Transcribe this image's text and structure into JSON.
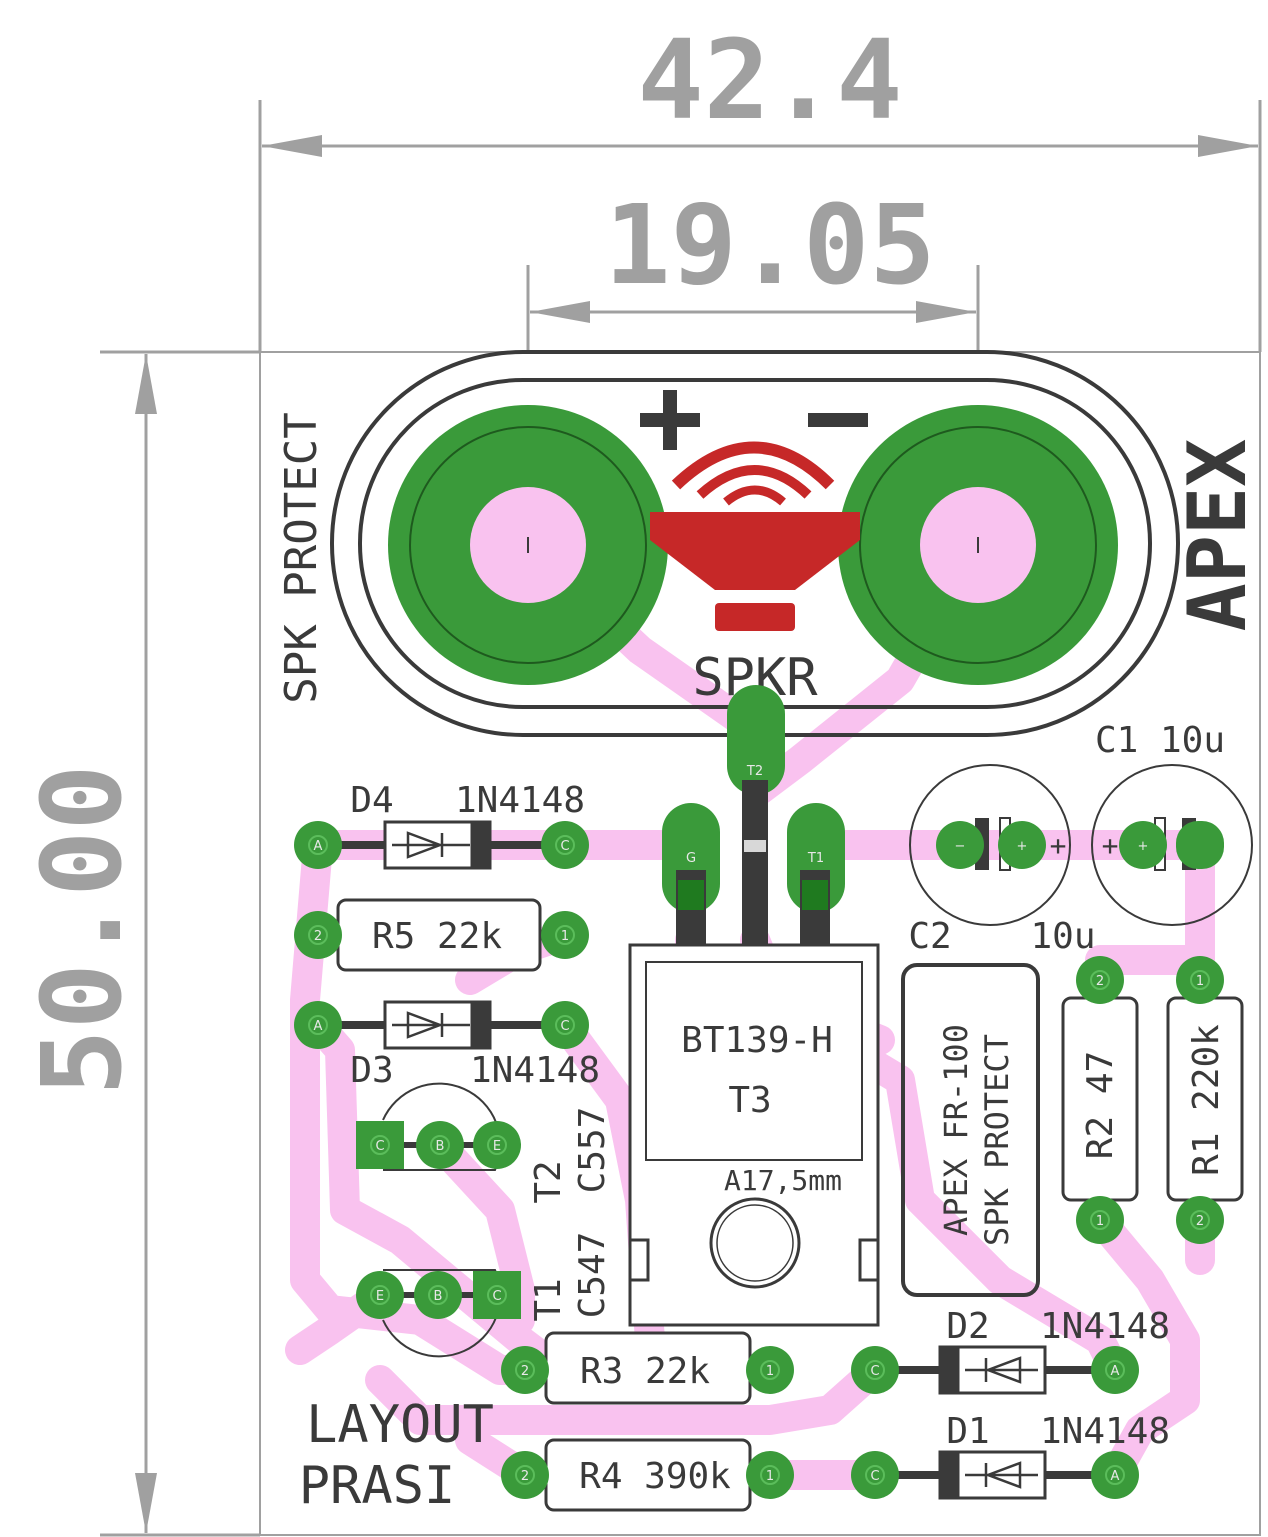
{
  "dimensions": {
    "width": "42.4",
    "pad_spacing": "19.05",
    "height": "50.00"
  },
  "labels": {
    "spk_protect": "SPK PROTECT",
    "apex": "APEX",
    "spkr": "SPKR",
    "plus": "+",
    "minus": "−",
    "d4": "D4",
    "d4_val": "1N4148",
    "d3": "D3",
    "d3_val": "1N4148",
    "d2": "D2",
    "d2_val": "1N4148",
    "d1": "D1",
    "d1_val": "1N4148",
    "r5": "R5 22k",
    "r3": "R3 22k",
    "r4": "R4 390k",
    "r2": "R2 47",
    "r1": "R1 220k",
    "c1": "C1 10u",
    "c2": "C2",
    "c2_val": "10u",
    "t3_part": "BT139-H",
    "t3": "T3",
    "heatsink": "A17,5mm",
    "apex_fr": "APEX FR-100",
    "spk_protect2": "SPK PROTECT",
    "t2": "T2",
    "t2_part": "C557",
    "t1": "T1",
    "t1_part": "C547",
    "layout": "LAYOUT",
    "prasi": "PRASI"
  },
  "pads": {
    "anode": "A",
    "cathode": "C",
    "one": "1",
    "two": "2",
    "gate": "G",
    "t1": "T1",
    "t2": "T2",
    "base": "B",
    "emitter": "E",
    "plus": "+",
    "minus": "−"
  },
  "colors": {
    "copper": "#3a9a3a",
    "trace": "#f9c2ef",
    "silkscreen": "#3a3a3a",
    "dimension": "#a0a0a0",
    "speaker_icon": "#c62828"
  }
}
